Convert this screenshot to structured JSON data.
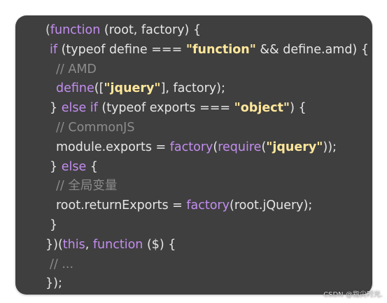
{
  "code_lines": [
    [
      "(",
      "function",
      " (root, factory) {"
    ],
    [
      "if",
      " (typeof define === ",
      "\"function\"",
      " && define.amd) {"
    ],
    [
      "// AMD"
    ],
    [
      "define",
      "([",
      "\"jquery\"",
      "], factory);"
    ],
    [
      "} ",
      "else if",
      " (typeof exports === ",
      "\"object\"",
      ") {"
    ],
    [
      "// CommonJS"
    ],
    [
      "module.exports = ",
      "factory",
      "(",
      "require",
      "(",
      "\"jquery\"",
      "));"
    ],
    [
      "} ",
      "else",
      " {"
    ],
    [
      "// 全局变量"
    ],
    [
      "root.returnExports = ",
      "factory",
      "(root.jQuery);"
    ],
    [
      "}"
    ],
    [
      "})(",
      "this",
      ", ",
      "function",
      " ($) {"
    ],
    [
      "// ..."
    ],
    [
      "});"
    ]
  ],
  "watermark": "CSDN @指尖时光."
}
